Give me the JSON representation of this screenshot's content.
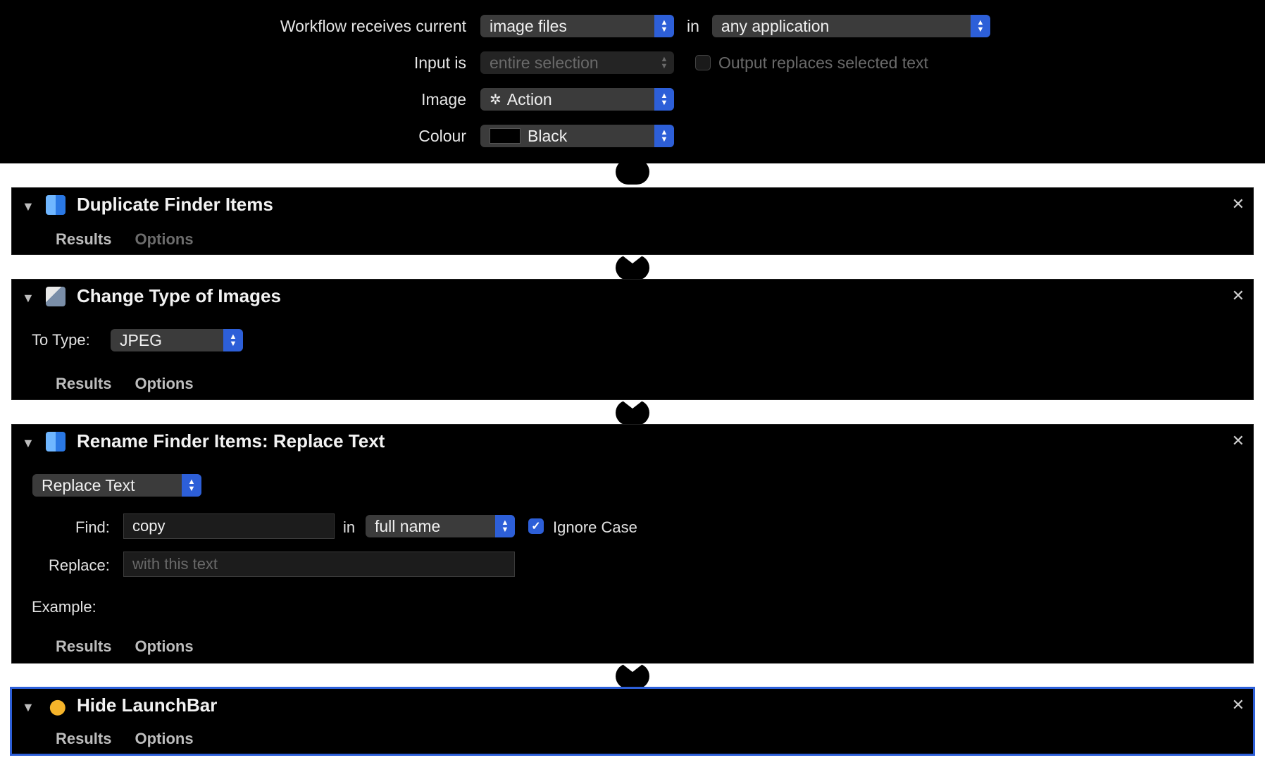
{
  "header": {
    "receives_label": "Workflow receives current",
    "receives_value": "image files",
    "in_label": "in",
    "app_value": "any application",
    "input_label": "Input is",
    "input_value": "entire selection",
    "output_replaces_label": "Output replaces selected text",
    "image_label": "Image",
    "image_value": "Action",
    "colour_label": "Colour",
    "colour_value": "Black",
    "colour_swatch": "#000000"
  },
  "actions": [
    {
      "title": "Duplicate Finder Items",
      "icon": "finder-icon",
      "tab_results": "Results",
      "tab_options": "Options"
    },
    {
      "title": "Change Type of Images",
      "icon": "preview-icon",
      "to_type_label": "To Type:",
      "to_type_value": "JPEG",
      "tab_results": "Results",
      "tab_options": "Options"
    },
    {
      "title": "Rename Finder Items: Replace Text",
      "icon": "finder-icon",
      "mode_value": "Replace Text",
      "find_label": "Find:",
      "find_value": "copy",
      "in_label": "in",
      "scope_value": "full name",
      "ignore_case_label": "Ignore Case",
      "ignore_case_checked": true,
      "replace_label": "Replace:",
      "replace_placeholder": "with this text",
      "example_label": "Example:",
      "tab_results": "Results",
      "tab_options": "Options"
    },
    {
      "title": "Hide LaunchBar",
      "icon": "launchbar-icon",
      "tab_results": "Results",
      "tab_options": "Options"
    }
  ],
  "close_glyph": "✕",
  "accent": "#2d5fd8"
}
